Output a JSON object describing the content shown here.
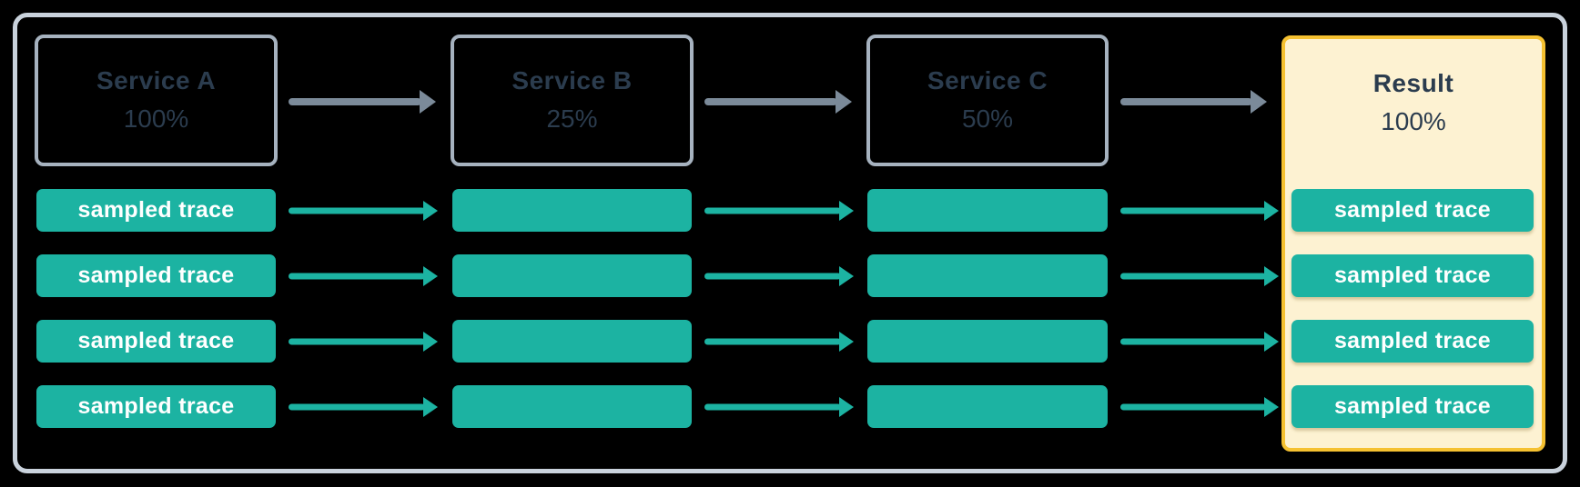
{
  "diagram": {
    "columns": [
      {
        "title": "Service A",
        "rate": "100%"
      },
      {
        "title": "Service B",
        "rate": "25%"
      },
      {
        "title": "Service C",
        "rate": "50%"
      },
      {
        "title": "Result",
        "rate": "100%"
      }
    ],
    "trace_label": "sampled trace",
    "trace_rows": 4,
    "colors": {
      "background": "#000000",
      "frame_border": "#c9d2dc",
      "service_border": "#a6b2bf",
      "service_text": "#2b3c4e",
      "arrow_gray": "#7b8a99",
      "trace_teal": "#1cb3a2",
      "trace_text": "#ffffff",
      "result_fill": "#fdf2d2",
      "result_border": "#f5c131"
    }
  }
}
